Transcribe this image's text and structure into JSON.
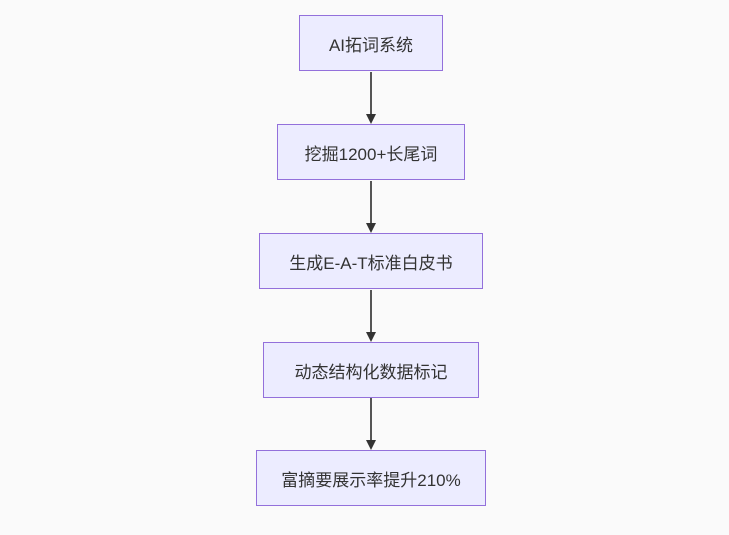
{
  "diagram": {
    "type": "flowchart",
    "direction": "top-to-bottom",
    "nodes": [
      {
        "id": "A",
        "label": "AI拓词系统"
      },
      {
        "id": "B",
        "label": "挖掘1200+长尾词"
      },
      {
        "id": "C",
        "label": "生成E-A-T标准白皮书"
      },
      {
        "id": "D",
        "label": "动态结构化数据标记"
      },
      {
        "id": "E",
        "label": "富摘要展示率提升210%"
      }
    ],
    "edges": [
      {
        "from": "A",
        "to": "B"
      },
      {
        "from": "B",
        "to": "C"
      },
      {
        "from": "C",
        "to": "D"
      },
      {
        "from": "D",
        "to": "E"
      }
    ],
    "colors": {
      "node_fill": "#ececff",
      "node_border": "#9370db",
      "node_text": "#333333",
      "arrow": "#333333",
      "background": "#fafafa"
    }
  }
}
